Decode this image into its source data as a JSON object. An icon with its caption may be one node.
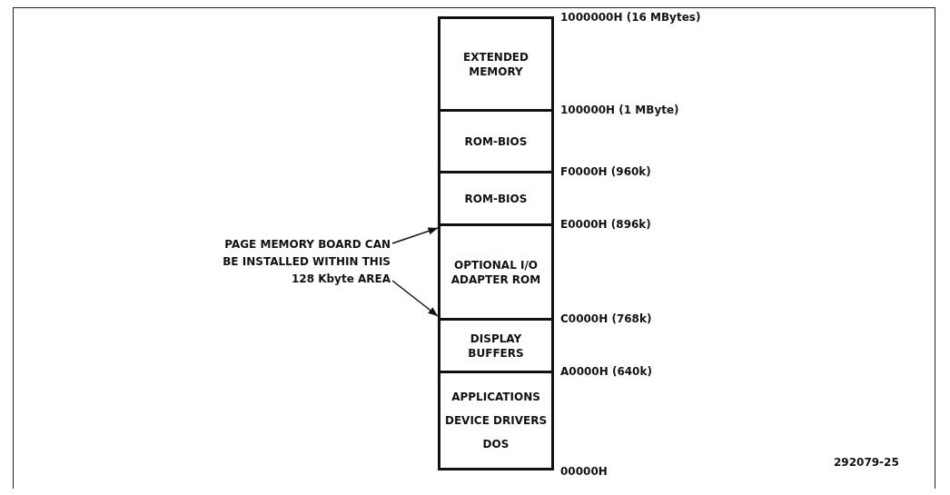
{
  "diagram": {
    "nodes": [
      {
        "text": [
          "EXTENDED MEMORY"
        ]
      },
      {
        "text": [
          "ROM-BIOS"
        ]
      },
      {
        "text": [
          "ROM-BIOS"
        ]
      },
      {
        "text": [
          "OPTIONAL I/O ADAPTER ROM"
        ]
      },
      {
        "text": [
          "DISPLAY BUFFERS"
        ]
      },
      {
        "text": [
          "APPLICATIONS",
          "DEVICE DRIVERS",
          "DOS"
        ]
      },
      {
        "text": [
          "PAGE MEMORY BOARD CAN BE INSTALLED WITHIN THIS 128 Kbyte AREA"
        ]
      }
    ],
    "edges": [
      {
        "from": 6,
        "to": 3,
        "arrow": "to"
      },
      {
        "from": 6,
        "to": 3,
        "arrow": "to"
      }
    ],
    "labels": [
      "1000000H (16 MBytes)",
      "100000H (1 MByte)",
      "F0000H (960k)",
      "E0000H (896k)",
      "C0000H (768k)",
      "A0000H (640k)",
      "00000H",
      "292079-25"
    ]
  }
}
